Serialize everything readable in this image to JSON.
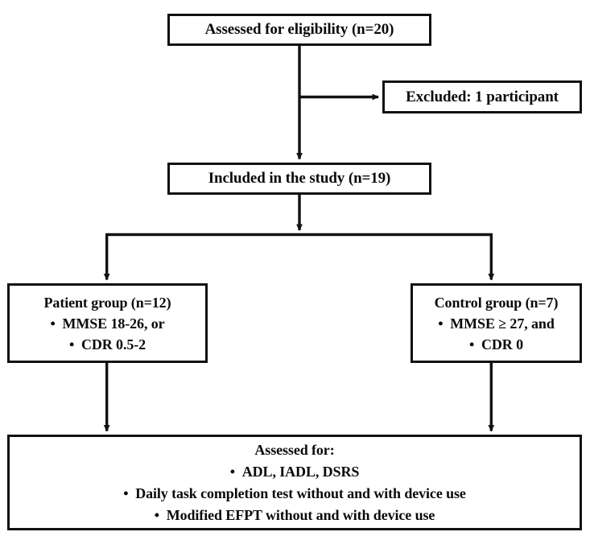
{
  "diagram": {
    "type": "flowchart",
    "title": "Study participant flow diagram",
    "stroke_color": "#111111",
    "background_color": "#ffffff",
    "nodes": {
      "assessed": {
        "id": "assessed-for-eligibility",
        "lines": [
          "Assessed for eligibility  (n=20)"
        ],
        "n": 20
      },
      "excluded": {
        "id": "excluded",
        "lines": [
          "Excluded: 1 participant"
        ],
        "n": 1
      },
      "included": {
        "id": "included-in-study",
        "lines": [
          "Included in the study (n=19)"
        ],
        "n": 19
      },
      "patient": {
        "id": "patient-group",
        "heading": "Patient group (n=12)",
        "n": 12,
        "bullets": [
          "MMSE 18-26, or",
          "CDR 0.5-2"
        ]
      },
      "control": {
        "id": "control-group",
        "heading": "Control group (n=7)",
        "n": 7,
        "bullets": [
          "MMSE ≥ 27, and",
          "CDR 0"
        ]
      },
      "outcomes": {
        "id": "assessed-for-outcomes",
        "heading": "Assessed for:",
        "bullets": [
          "ADL, IADL, DSRS",
          "Daily task completion test without and with device use",
          "Modified EFPT without and with device use"
        ]
      }
    },
    "edges": [
      {
        "from": "assessed",
        "to": "excluded",
        "style": "elbow-right-arrow"
      },
      {
        "from": "assessed",
        "to": "included",
        "style": "straight-down-arrow"
      },
      {
        "from": "included",
        "to": "patient",
        "style": "split-down-arrow"
      },
      {
        "from": "included",
        "to": "control",
        "style": "split-down-arrow"
      },
      {
        "from": "patient",
        "to": "outcomes",
        "style": "straight-down-arrow"
      },
      {
        "from": "control",
        "to": "outcomes",
        "style": "straight-down-arrow"
      }
    ]
  }
}
